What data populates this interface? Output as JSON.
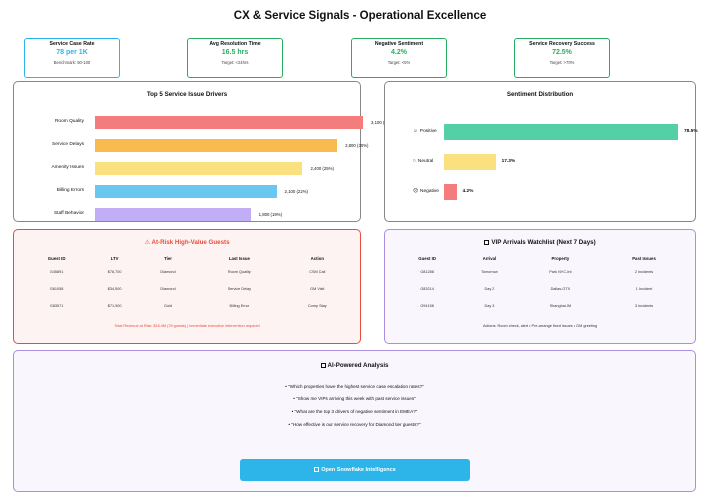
{
  "title": "CX & Service Signals - Operational Excellence",
  "kpis": [
    {
      "label": "Service Case Rate",
      "value": "78 per 1K",
      "sub": "Benchmark: 50-100",
      "color": "#2db4e8"
    },
    {
      "label": "Avg Resolution Time",
      "value": "16.5 hrs",
      "sub": "Target: <24hrs",
      "color": "#27ae60"
    },
    {
      "label": "Negative Sentiment",
      "value": "4.2%",
      "sub": "Target: <5%",
      "color": "#27ae60"
    },
    {
      "label": "Service Recovery Success",
      "value": "72.5%",
      "sub": "Target: >70%",
      "color": "#27ae60"
    }
  ],
  "drivers": {
    "title": "Top 5 Service Issue Drivers",
    "items": [
      {
        "label": "Room Quality",
        "value": 3.1,
        "text": "3,100 (33%)",
        "color": "#f47c7c"
      },
      {
        "label": "Service Delays",
        "value": 2.8,
        "text": "2,800 (30%)",
        "color": "#f9bb50"
      },
      {
        "label": "Amenity Issues",
        "value": 2.4,
        "text": "2,400 (25%)",
        "color": "#fbe080"
      },
      {
        "label": "Billing Errors",
        "value": 2.1,
        "text": "2,100 (22%)",
        "color": "#68c8f0"
      },
      {
        "label": "Staff Behavior",
        "value": 1.8,
        "text": "1,800 (19%)",
        "color": "#c1aef7"
      }
    ]
  },
  "sentiment": {
    "title": "Sentiment Distribution",
    "items": [
      {
        "label": "Positive",
        "value": 78.5,
        "text": "78.5%",
        "color": "#55cfa5",
        "icon": "☺"
      },
      {
        "label": "Neutral",
        "value": 17.3,
        "text": "17.3%",
        "color": "#fbe080",
        "icon": "○"
      },
      {
        "label": "Negative",
        "value": 4.2,
        "text": "4.2%",
        "color": "#f47c7c",
        "icon": "☹"
      }
    ]
  },
  "at_risk": {
    "title": "⚠ At-Risk High-Value Guests",
    "headers": [
      "Guest ID",
      "LTV",
      "Tier",
      "Last Issue",
      "Action"
    ],
    "rows": [
      [
        "G45891",
        "$78,700",
        "Diamond",
        "Room Quality",
        "CSM Call"
      ],
      [
        "G61058",
        "$34,500",
        "Diamond",
        "Service Delay",
        "GM Visit"
      ],
      [
        "G83571",
        "$71,900",
        "Gold",
        "Billing Error",
        "Comp Stay"
      ]
    ],
    "note": "Total Revenue at Risk: $16.4M (78 guests) | Immediate executive intervention required"
  },
  "vip": {
    "title": "VIP Arrivals Watchlist (Next 7 Days)",
    "headers": [
      "Guest ID",
      "Arrival",
      "Property",
      "Past Issues"
    ],
    "rows": [
      [
        "G81288",
        "Tomorrow",
        "Park NYC-Int",
        "2 Incidents"
      ],
      [
        "G83214",
        "Day 2",
        "Dallas-GTX",
        "1 Incident"
      ],
      [
        "G94158",
        "Day 3",
        "Shanghai-IM",
        "3 Incidents"
      ]
    ],
    "note": "Actions: Room check, alert • Pre-arrange fixed issues • GM greeting"
  },
  "ai": {
    "title": "AI-Powered Analysis",
    "questions": [
      "• \"Which properties have the highest service case escalation rates?\"",
      "• \"Show me VIPs arriving this week with past service issues\"",
      "• \"What are the top 3 drivers of negative sentiment in EMEA?\"",
      "• \"How effective is our service recovery for Diamond tier guests?\""
    ],
    "button": "Open Snowflake Intelligence"
  }
}
